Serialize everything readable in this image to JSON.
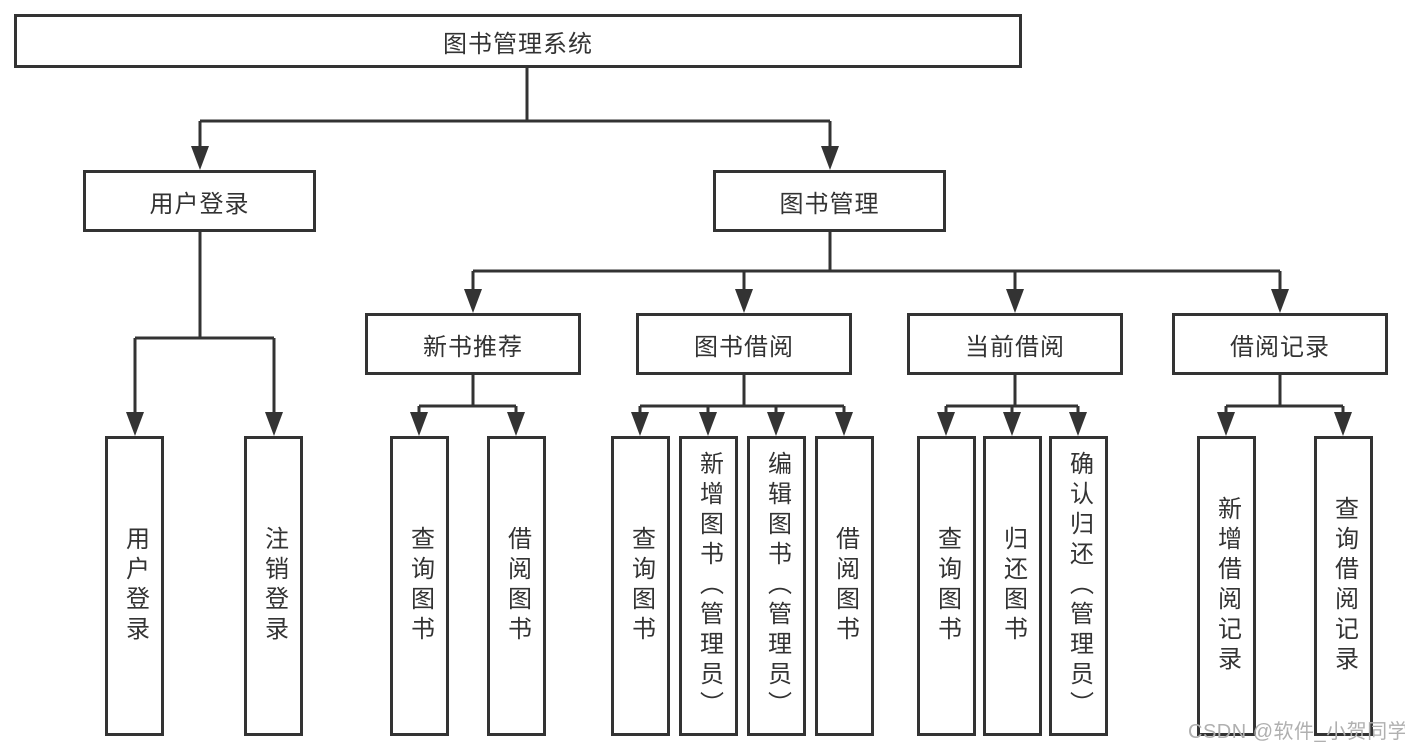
{
  "colors": {
    "line": "#333333",
    "box_border": "#333333",
    "box_fill": "#ffffff",
    "text": "#333333",
    "watermark": "#b0b0b0"
  },
  "watermark": {
    "text": "CSDN @软件_小贺同学"
  },
  "tree": {
    "root": {
      "label": "图书管理系统"
    },
    "branches": [
      {
        "label": "用户登录",
        "children": [
          {
            "label": "用户登录"
          },
          {
            "label": "注销登录"
          }
        ]
      },
      {
        "label": "图书管理",
        "children": [
          {
            "label": "新书推荐",
            "children": [
              {
                "label": "查询图书"
              },
              {
                "label": "借阅图书"
              }
            ]
          },
          {
            "label": "图书借阅",
            "children": [
              {
                "label": "查询图书"
              },
              {
                "label": "新增图书（管理员）"
              },
              {
                "label": "编辑图书（管理员）"
              },
              {
                "label": "借阅图书"
              }
            ]
          },
          {
            "label": "当前借阅",
            "children": [
              {
                "label": "查询图书"
              },
              {
                "label": "归还图书"
              },
              {
                "label": "确认归还（管理员）"
              }
            ]
          },
          {
            "label": "借阅记录",
            "children": [
              {
                "label": "新增借阅记录"
              },
              {
                "label": "查询借阅记录"
              }
            ]
          }
        ]
      }
    ]
  }
}
